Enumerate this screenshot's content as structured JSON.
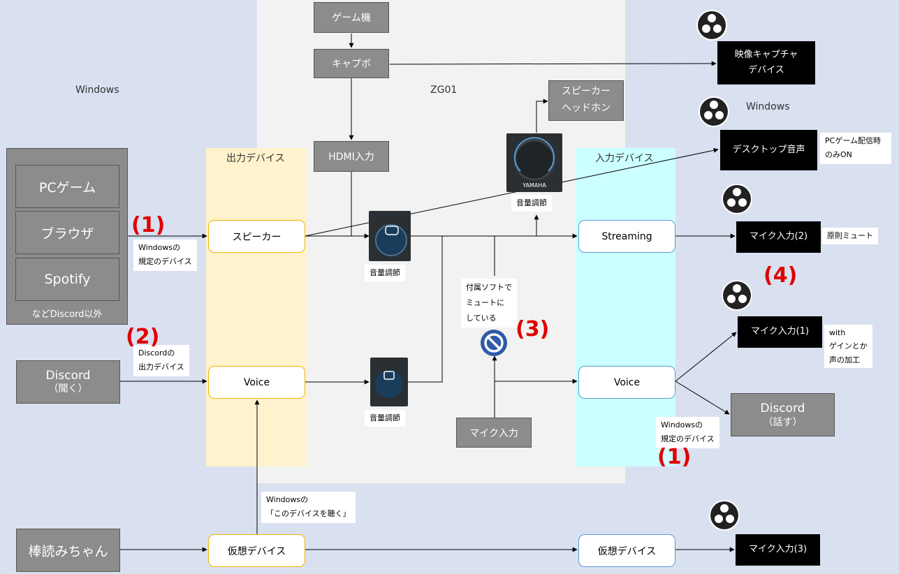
{
  "regions": {
    "windows_left": "Windows",
    "zg01": "ZG01",
    "windows_right": "Windows",
    "output_devices": "出力デバイス",
    "input_devices": "入力デバイス"
  },
  "sources": {
    "pc_game": "PCゲーム",
    "browser": "ブラウザ",
    "spotify": "Spotify",
    "other_caption": "などDiscord以外",
    "discord_listen_1": "Discord",
    "discord_listen_2": "（聞く）",
    "bouyomi": "棒読みちゃん"
  },
  "zg": {
    "game_console": "ゲーム機",
    "capture": "キャプボ",
    "hdmi_in": "HDMI入力",
    "speaker_headphone_1": "スピーカー",
    "speaker_headphone_2": "ヘッドホン",
    "mic_in": "マイク入力",
    "volume": "音量調節",
    "mute_note_1": "付属ソフトで",
    "mute_note_2": "ミュートに",
    "mute_note_3": "している"
  },
  "nodes": {
    "speaker": "スピーカー",
    "voice_out": "Voice",
    "virtual_out": "仮想デバイス",
    "streaming": "Streaming",
    "voice_in": "Voice",
    "virtual_in": "仮想デバイス"
  },
  "obs": {
    "video_capture_1": "映像キャプチャ",
    "video_capture_2": "デバイス",
    "desktop_audio": "デスクトップ音声",
    "mic2": "マイク入力(2)",
    "mic1": "マイク入力(1)",
    "mic3": "マイク入力(3)",
    "discord_talk_1": "Discord",
    "discord_talk_2": "（話す）"
  },
  "notes": {
    "windows_default_1a": "Windowsの",
    "windows_default_1b": "規定のデバイス",
    "discord_out_a": "Discordの",
    "discord_out_b": "出力デバイス",
    "desktop_note_a": "PCゲーム配信時",
    "desktop_note_b": "のみON",
    "mute_principle": "原則ミュート",
    "with_gain_a": "with",
    "with_gain_b": "ゲインとか",
    "with_gain_c": "声の加工",
    "windows_default_2a": "Windowsの",
    "windows_default_2b": "規定のデバイス",
    "listen_device_a": "Windowsの",
    "listen_device_b": "「このデバイスを聴く」"
  },
  "markers": {
    "m1a": "(1)",
    "m2": "(2)",
    "m3": "(3)",
    "m4": "(4)",
    "m1b": "(1)"
  },
  "knob_brand": "YAMAHA"
}
